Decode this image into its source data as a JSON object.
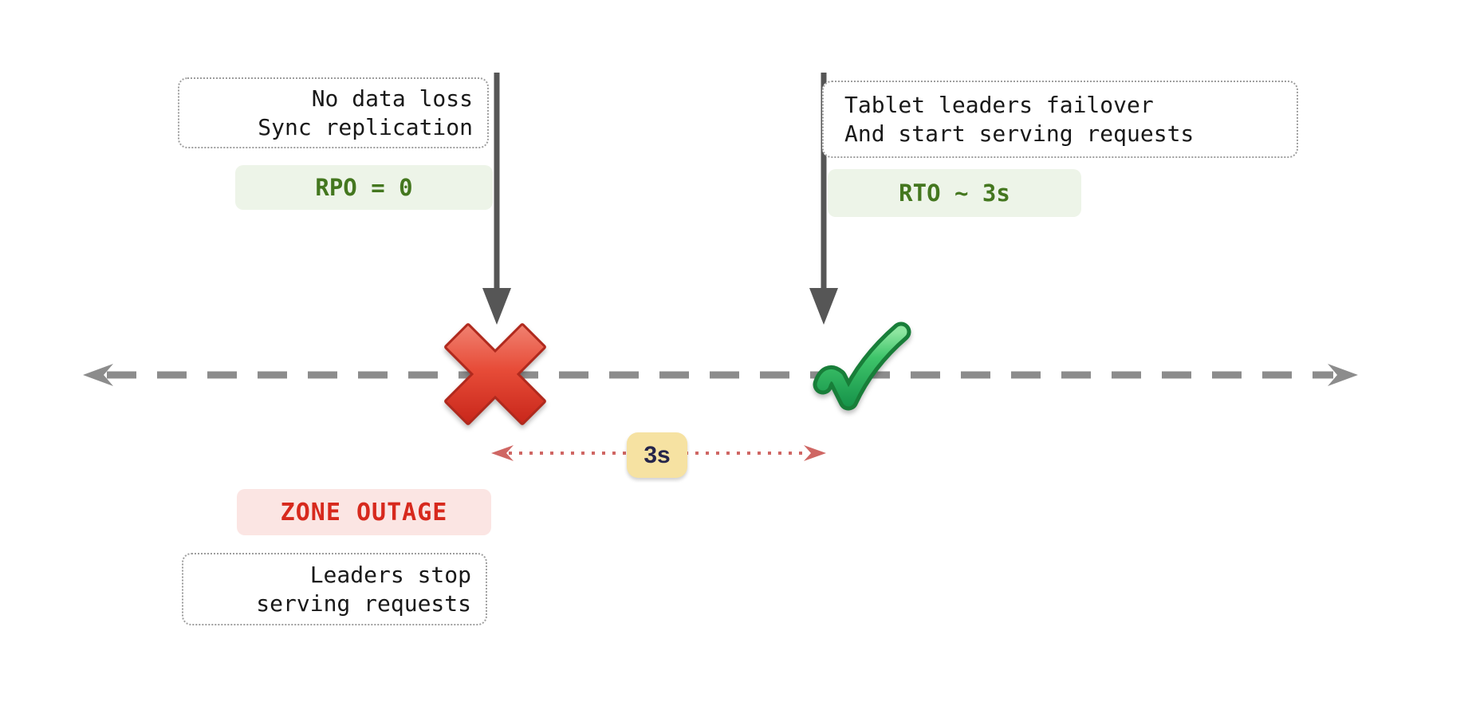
{
  "diagram": {
    "left_note": {
      "line1": "No data loss",
      "line2": "Sync replication"
    },
    "right_note": {
      "line1": "Tablet leaders failover",
      "line2": "And start serving requests"
    },
    "bottom_note": {
      "line1": "Leaders stop",
      "line2": "serving requests"
    },
    "badges": {
      "rpo": "RPO = 0",
      "rto": "RTO ~ 3s",
      "zone": "ZONE OUTAGE",
      "gap": "3s"
    },
    "icons": {
      "outage_marker": "cross-mark",
      "recovery_marker": "check-mark",
      "timeline": "double-headed-dashed-arrow",
      "gap_span": "double-headed-dotted-arrow",
      "annotations": "down-arrow"
    },
    "colors": {
      "note_border": "#9e9e9e",
      "note_text": "#191919",
      "badge_green_bg": "#edf4e8",
      "badge_green_text": "#44771f",
      "badge_red_bg": "#fbe5e3",
      "badge_red_text": "#d7291d",
      "badge_yellow_bg": "#f6e2a2",
      "badge_yellow_text": "#25254b",
      "timeline_gray": "#8c8c8c",
      "down_arrow_gray": "#565656",
      "gap_arrow_red": "#cf6663",
      "cross_red": "#d63526",
      "check_green": "#2eb05a"
    }
  }
}
